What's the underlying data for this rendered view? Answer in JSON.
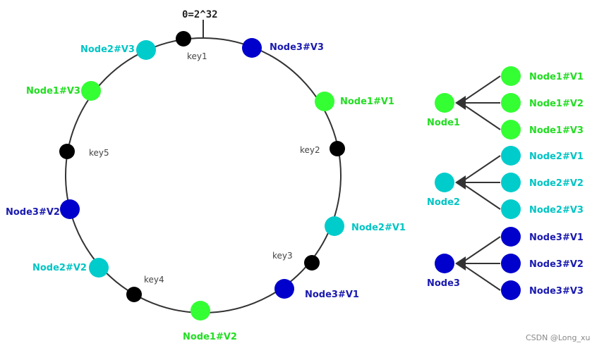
{
  "colors": {
    "node1": "#33ff33",
    "node1_text": "#22dd22",
    "node2": "#00cccc",
    "node2_text": "#00c4c4",
    "node3": "#0000cc",
    "node3_text": "#1a1ab0",
    "key": "#000000",
    "ring": "#333333",
    "arrow": "#333333"
  },
  "ring": {
    "top_label": "0=2^32"
  },
  "ring_nodes": [
    {
      "label": "Node2#V3",
      "group": "node2"
    },
    {
      "label": "Node3#V3",
      "group": "node3"
    },
    {
      "label": "Node1#V3",
      "group": "node1"
    },
    {
      "label": "Node1#V1",
      "group": "node1"
    },
    {
      "label": "Node3#V2",
      "group": "node3"
    },
    {
      "label": "Node2#V1",
      "group": "node2"
    },
    {
      "label": "Node2#V2",
      "group": "node2"
    },
    {
      "label": "Node3#V1",
      "group": "node3"
    },
    {
      "label": "Node1#V2",
      "group": "node1"
    }
  ],
  "keys": [
    {
      "label": "key1"
    },
    {
      "label": "key2"
    },
    {
      "label": "key3"
    },
    {
      "label": "key4"
    },
    {
      "label": "key5"
    }
  ],
  "legend_groups": [
    {
      "node": "Node1",
      "group": "node1",
      "virtuals": [
        "Node1#V1",
        "Node1#V2",
        "Node1#V3"
      ]
    },
    {
      "node": "Node2",
      "group": "node2",
      "virtuals": [
        "Node2#V1",
        "Node2#V2",
        "Node2#V3"
      ]
    },
    {
      "node": "Node3",
      "group": "node3",
      "virtuals": [
        "Node3#V1",
        "Node3#V2",
        "Node3#V3"
      ]
    }
  ],
  "watermark": "CSDN @Long_xu"
}
